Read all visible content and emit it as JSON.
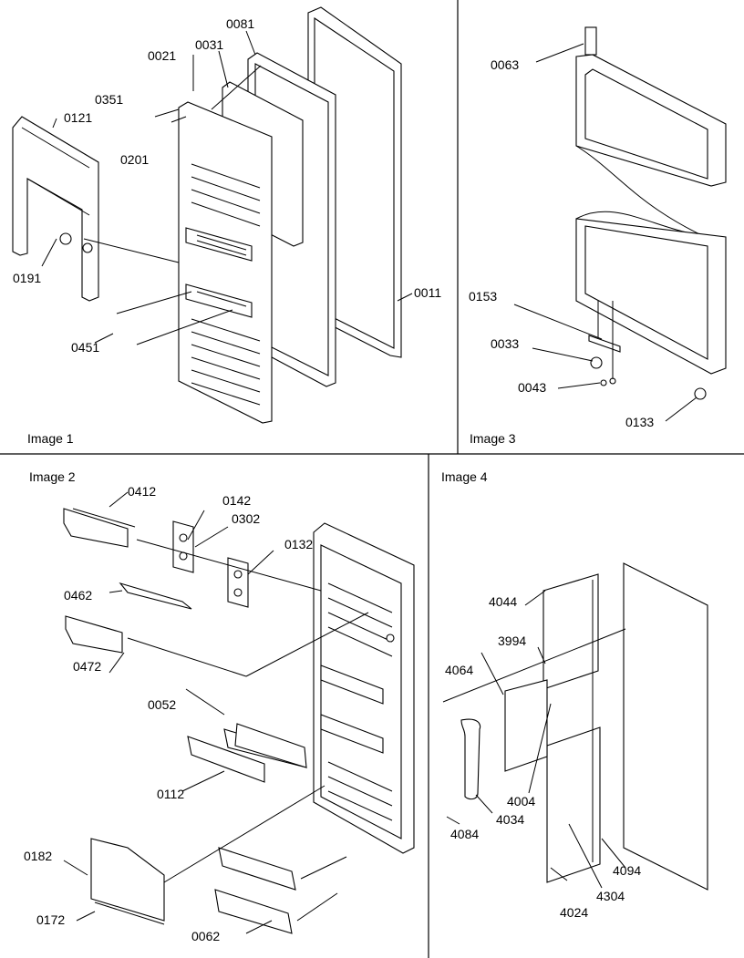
{
  "panels": [
    {
      "id": "image1",
      "title": "Image 1"
    },
    {
      "id": "image3",
      "title": "Image 3"
    },
    {
      "id": "image2",
      "title": "Image 2"
    },
    {
      "id": "image4",
      "title": "Image 4"
    }
  ],
  "callouts": {
    "image1": [
      "0081",
      "0021",
      "0031",
      "0351",
      "0121",
      "0201",
      "0191",
      "0011",
      "0451"
    ],
    "image3": [
      "0063",
      "0153",
      "0033",
      "0043",
      "0133"
    ],
    "image2": [
      "0412",
      "0142",
      "0302",
      "0132",
      "0462",
      "0472",
      "0052",
      "0112",
      "0182",
      "0172",
      "0062"
    ],
    "image4": [
      "4044",
      "3994",
      "4064",
      "4004",
      "4034",
      "4084",
      "4094",
      "4304",
      "4024"
    ]
  }
}
